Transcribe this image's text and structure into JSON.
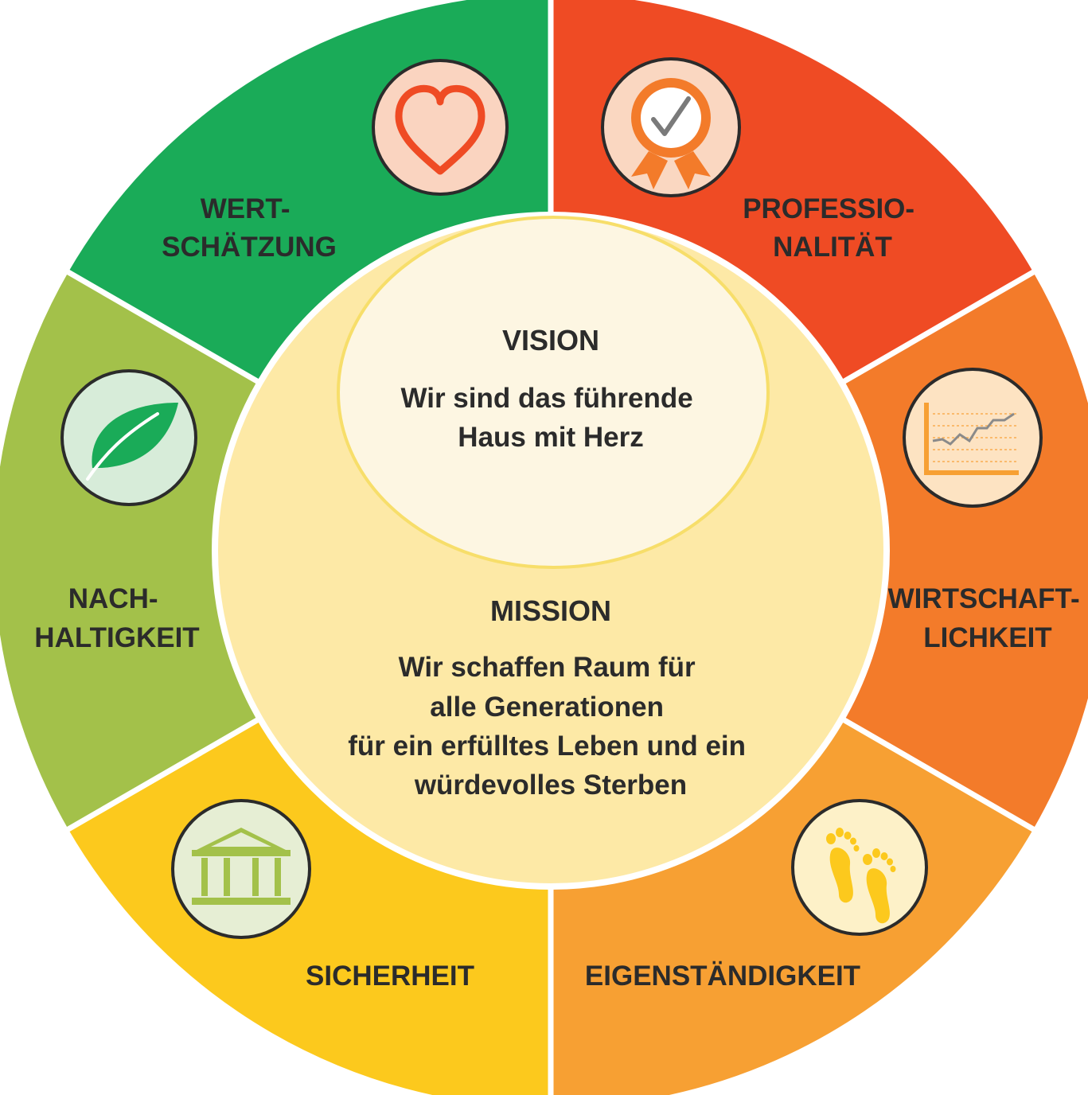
{
  "values": [
    {
      "id": "wertschaetzung",
      "lines": [
        "WERT-",
        "SCHÄTZUNG"
      ],
      "color": "#ef4b24",
      "icon": "heart-icon"
    },
    {
      "id": "professionalitaet",
      "lines": [
        "PROFESSIO-",
        "NALITÄT"
      ],
      "color": "#f37b2a",
      "icon": "award-rosette-icon"
    },
    {
      "id": "wirtschaftlichkeit",
      "lines": [
        "WIRTSCHAFT-",
        "LICHKEIT"
      ],
      "color": "#f7a033",
      "icon": "line-chart-icon"
    },
    {
      "id": "eigenstaendigkeit",
      "lines": [
        "EIGENSTÄNDIGKEIT"
      ],
      "color": "#fcc91d",
      "icon": "footprints-icon"
    },
    {
      "id": "sicherheit",
      "lines": [
        "SICHERHEIT"
      ],
      "color": "#a3c14a",
      "icon": "temple-building-icon"
    },
    {
      "id": "nachhaltigkeit",
      "lines": [
        "NACH-",
        "HALTIGKEIT"
      ],
      "color": "#1aab58",
      "icon": "leaf-icon"
    }
  ],
  "vision": {
    "title": "VISION",
    "lines": [
      "Wir sind das führende",
      "Haus mit Herz"
    ]
  },
  "mission": {
    "title": "MISSION",
    "lines": [
      "Wir schaffen Raum für",
      "alle Generationen",
      "für ein erfülltes Leben und ein",
      "würdevolles Sterben"
    ]
  },
  "colors": {
    "mission_fill": "#fde9a6",
    "vision_fill": "#fdf6e2",
    "vision_stroke": "#f7de6a"
  }
}
